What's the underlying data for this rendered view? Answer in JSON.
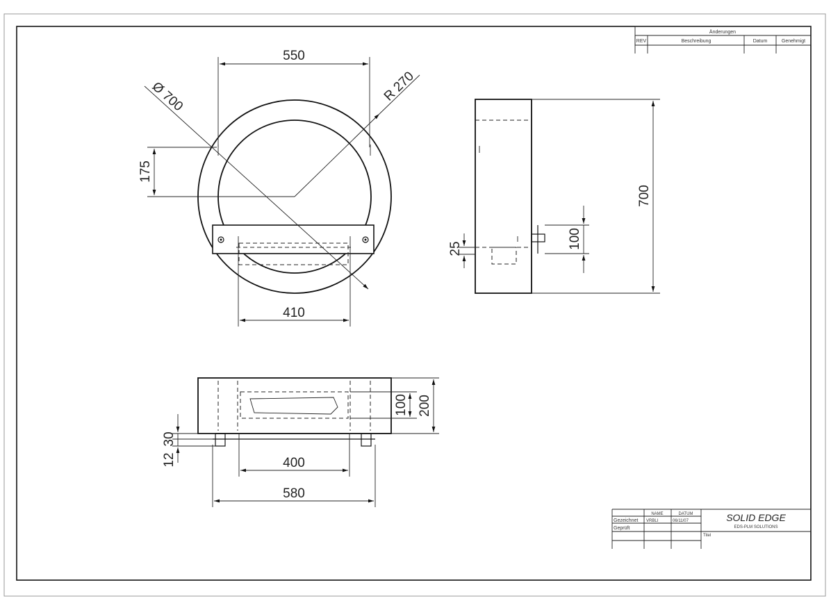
{
  "revision_table": {
    "title": "Änderungen",
    "col_rev": "REV",
    "col_description": "Beschreibung",
    "col_date": "Datum",
    "col_approved": "Genehmigt"
  },
  "front_view": {
    "dim_width": "550",
    "dim_diameter": "Ø 700",
    "dim_radius": "R 270",
    "dim_height": "175",
    "dim_inner_width": "410"
  },
  "side_view": {
    "dim_height": "700",
    "dim_step": "100",
    "dim_offset": "25"
  },
  "top_view": {
    "dim_depth": "200",
    "dim_inner_depth": "100",
    "dim_foot_a": "30",
    "dim_foot_b": "12",
    "dim_inner_width": "400",
    "dim_width": "580"
  },
  "title_block": {
    "col_name": "NAME",
    "col_date": "DATUM",
    "row_drawn": "Gezeichnet",
    "drawn_name": "VRBLI",
    "drawn_date": "06/11/07",
    "row_checked": "Geprüft",
    "brand": "SOLID EDGE",
    "brand_sub": "EDS-PLM SOLUTIONS",
    "title_label": "Titel"
  }
}
